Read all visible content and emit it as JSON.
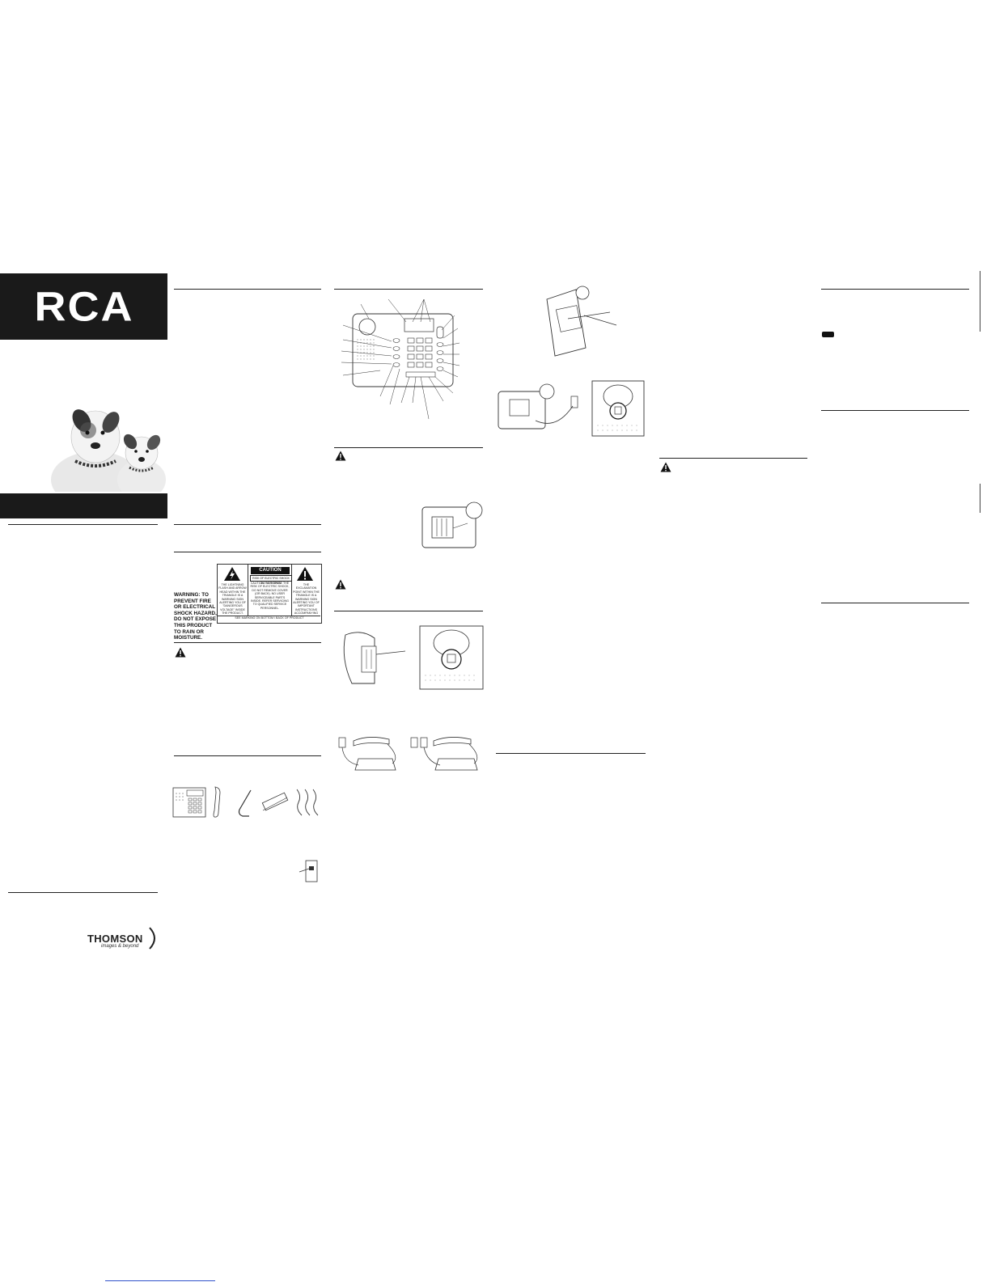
{
  "brand": {
    "rca_logo": "RCA",
    "thomson_logo": "THOMSON",
    "thomson_tagline": "images & beyond"
  },
  "warning_block": {
    "text": "WARNING: TO PREVENT FIRE OR ELECTRICAL SHOCK HAZARD, DO NOT EXPOSE THIS PRODUCT TO RAIN OR MOISTURE.",
    "caution_title": "CAUTION",
    "caution_sub": "RISK OF ELECTRIC SHOCK DO NOT OPEN",
    "panel_left": "THE LIGHTNING FLASH AND ARROW HEAD WITHIN THE TRIANGLE IS A WARNING SIGN ALERTING YOU OF \"DANGEROUS VOLTAGE\" INSIDE THE PRODUCT.",
    "panel_mid": "CAUTION: TO REDUCE THE RISK OF ELECTRIC SHOCK, DO NOT REMOVE COVER (OR BACK). NO USER SERVICEABLE PARTS INSIDE. REFER SERVICING TO QUALIFIED SERVICE PERSONNEL.",
    "panel_right": "THE EXCLAMATION POINT WITHIN THE TRIANGLE IS A WARNING SIGN ALERTING YOU OF IMPORTANT INSTRUCTIONS ACCOMPANYING THE PRODUCT.",
    "footer": "SEE MARKING ON BOTTOM / BACK OF PRODUCT"
  },
  "icons": {
    "warning": "warning-triangle-icon",
    "phone": "telephone-base-icon",
    "handset": "handset-icon",
    "cord": "line-cord-icon",
    "wall_jack": "wall-jack-icon",
    "battery": "battery-icon"
  },
  "colors": {
    "band": "#1a1a1a",
    "text": "#111111",
    "link": "#3355cc"
  }
}
